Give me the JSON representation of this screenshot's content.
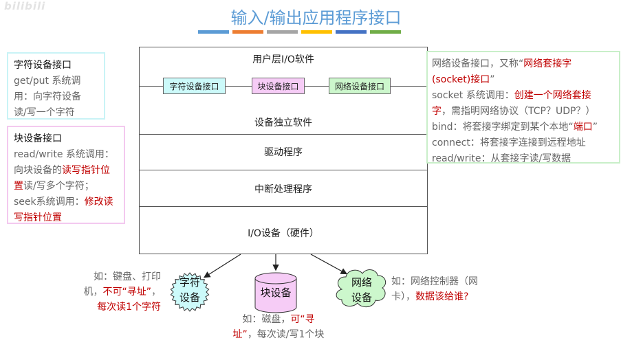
{
  "watermark": "bilibili",
  "title": "输入/输出应用程序接口",
  "accent_colors": [
    "#5b9bd5",
    "#ed7d31",
    "#a5a5a5",
    "#ffc000",
    "#4472c4",
    "#70ad47"
  ],
  "stack": {
    "user_layer": "用户层I/O软件",
    "interfaces": [
      "字符设备接口",
      "块设备接口",
      "网络设备接口"
    ],
    "device_independent": "设备独立软件",
    "driver": "驱动程序",
    "interrupt": "中断处理程序",
    "hardware": "I/O设备（硬件）"
  },
  "char_panel": {
    "title": "字符设备接口",
    "line1": "get/put 系统调",
    "line2": "用：向字符设备",
    "line3": "读/写一个字符"
  },
  "block_panel": {
    "title": "块设备接口",
    "l1": "read/write 系统调用：",
    "l2a": "向块设备的",
    "l2b": "读写指针位",
    "l3a": "置",
    "l3b": "读/写多个字符；",
    "l4a": "seek系统调用：",
    "l4b": "修改读",
    "l5": "写指针位置"
  },
  "net_panel": {
    "l1a": "网络设备接口，又称“",
    "l1b": "网络套接字",
    "l2a": "(socket)接口",
    "l2b": "”",
    "l3a": "socket 系统调用：",
    "l3b": "创建一个网络套接",
    "l4a": "字",
    "l4b": "，需指明网络协议（TCP？UDP？）",
    "l5a": "bind：将套接字绑定到某个本地“",
    "l5b": "端口",
    "l5c": "”",
    "l6": "connect：将套接字连接到远程地址",
    "l7": "read/write：从套接字读/写数据"
  },
  "devices": {
    "char_line1": "字符",
    "char_line2": "设备",
    "block": "块设备",
    "net_line1": "网络",
    "net_line2": "设备"
  },
  "captions": {
    "char_l1": "如：键盘、打印",
    "char_l2a": "机，",
    "char_l2b": "不可“寻址”",
    "char_l2c": "，",
    "char_l3": "每次读1个字符",
    "block_l1a": "如：磁盘，",
    "block_l1b": "可“寻",
    "block_l2a": "址”",
    "block_l2b": "，每次读/写1个块",
    "net_l1": "如：网络控制器（网",
    "net_l2a": "卡），",
    "net_l2b": "数据该给谁?"
  }
}
